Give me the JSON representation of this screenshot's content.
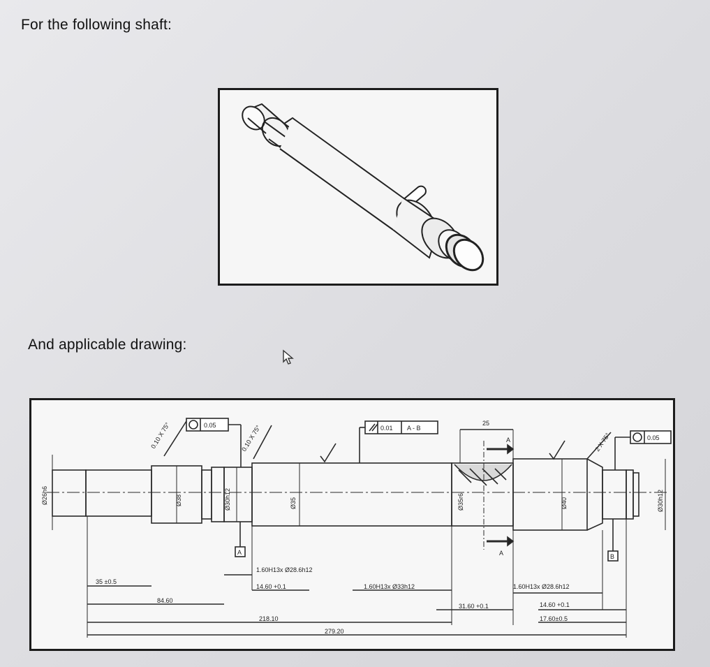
{
  "heading_shaft": "For the following shaft:",
  "heading_drawing": "And applicable drawing:",
  "drawing": {
    "chamfer_left_1": "0.10 X 75°",
    "chamfer_left_2": "0.10 X 75°",
    "chamfer_right": "2 X 75°",
    "cylindricity_left": "0.05",
    "cylindricity_right": "0.05",
    "parallelism_tol": "0.01",
    "parallelism_datums": "A - B",
    "dim_25": "25",
    "datum_a": "A",
    "datum_b": "B",
    "section_a_top": "A",
    "section_a_bottom": "A",
    "dia_26h6": "Ø26h6",
    "dia_38": "Ø38",
    "dia_30h12_a": "Ø30h12",
    "dia_35": "Ø35",
    "dia_35r6": "Ø35r6",
    "dia_40": "Ø40",
    "dia_30h12_b": "Ø30h12",
    "groove_1": "1.60H13x Ø28.6h12",
    "groove_1_pos": "14.60 +0.1",
    "groove_2": "1.60H13x Ø33h12",
    "groove_3": "1.60H13x Ø28.6h12",
    "groove_3_pos": "14.60 +0.1",
    "dim_35": "35 ±0.5",
    "dim_84": "84.60",
    "dim_218": "218.10",
    "dim_279": "279.20",
    "dim_31": "31.60 +0.1",
    "dim_17": "17.60±0.5"
  }
}
